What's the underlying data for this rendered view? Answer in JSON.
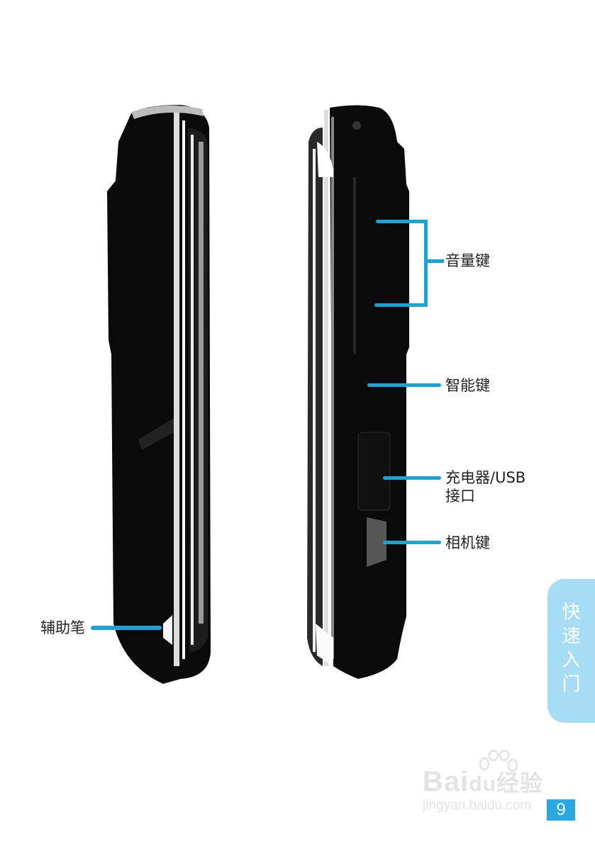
{
  "page": {
    "section_tab": [
      "快",
      "速",
      "入",
      "门"
    ],
    "page_number": "9",
    "accent_color": "#1aa3d8",
    "tab_color": "#a6dcf4"
  },
  "left_phone": {
    "callouts": [
      {
        "label": "辅助笔"
      }
    ]
  },
  "right_phone": {
    "callouts": [
      {
        "label": "音量键"
      },
      {
        "label": "智能键"
      },
      {
        "label": "充电器/USB",
        "label_line2": "接口"
      },
      {
        "label": "相机键"
      }
    ]
  },
  "watermark": {
    "brand": "Bai",
    "brand_du": "du",
    "brand_cn": "经验",
    "url": "jingyan.baidu.com"
  }
}
